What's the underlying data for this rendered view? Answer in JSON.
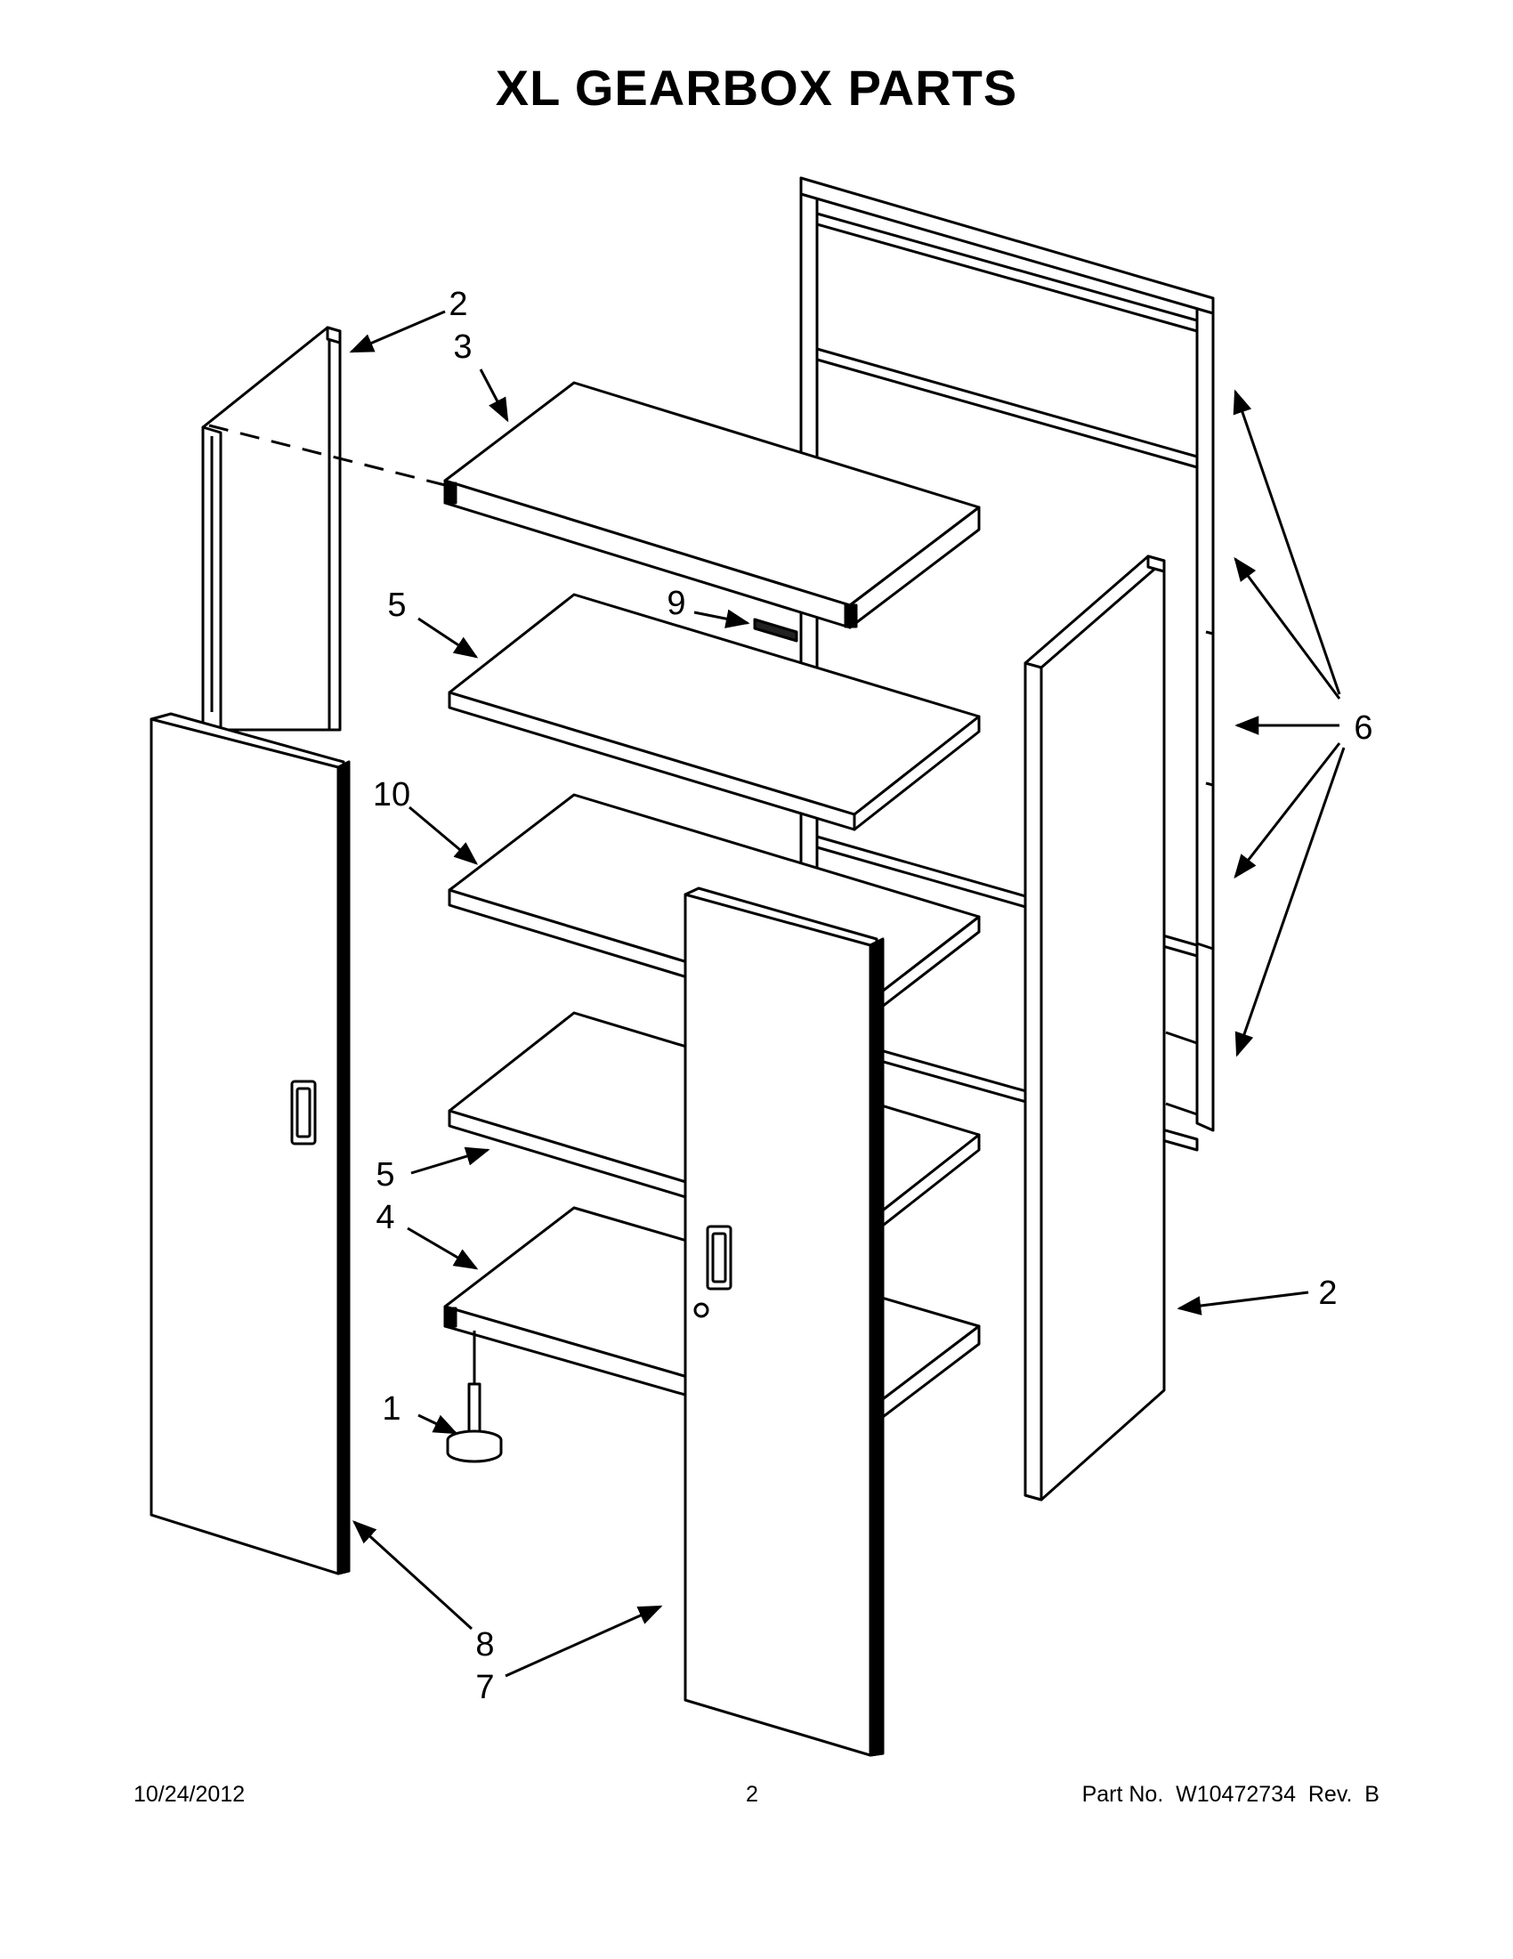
{
  "title": "XL GEARBOX PARTS",
  "callouts": {
    "c1": "1",
    "c2a": "2",
    "c2b": "2",
    "c3": "3",
    "c4": "4",
    "c5a": "5",
    "c5b": "5",
    "c6": "6",
    "c7": "7",
    "c8": "8",
    "c9": "9",
    "c10": "10"
  },
  "footer": {
    "date": "10/24/2012",
    "page": "2",
    "part": "Part No.  W10472734  Rev.  B"
  }
}
